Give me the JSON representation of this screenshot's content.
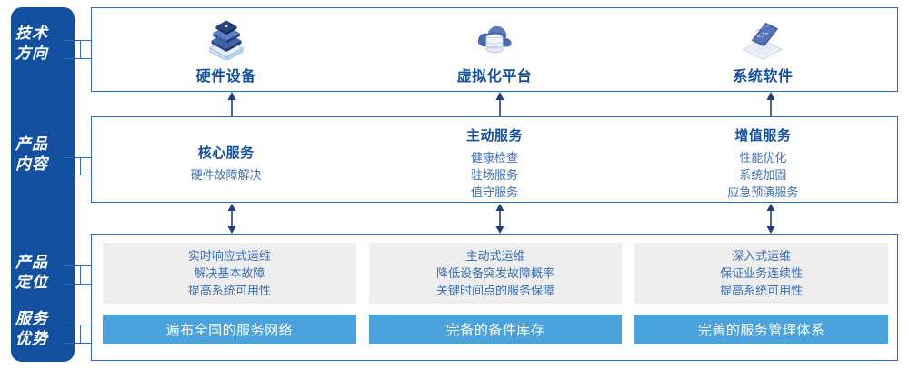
{
  "sidebar": {
    "items": [
      {
        "name": "tech-direction",
        "lines": [
          "技术",
          "方向"
        ]
      },
      {
        "name": "product-content",
        "lines": [
          "产品",
          "内容"
        ]
      },
      {
        "name": "product-position",
        "lines": [
          "产品",
          "定位"
        ]
      },
      {
        "name": "service-advantage",
        "lines": [
          "服务",
          "优势"
        ]
      }
    ],
    "bg_color": "#1450a0",
    "text_color": "#ffffff"
  },
  "tech_section": {
    "columns": [
      {
        "icon": "server-stack-icon",
        "label": "硬件设备"
      },
      {
        "icon": "cloud-database-icon",
        "label": "虚拟化平台"
      },
      {
        "icon": "laptop-code-icon",
        "label": "系统软件"
      }
    ]
  },
  "product_section": {
    "columns": [
      {
        "title": "核心服务",
        "items": [
          "硬件故障解决"
        ]
      },
      {
        "title": "主动服务",
        "items": [
          "健康检查",
          "驻场服务",
          "值守服务"
        ]
      },
      {
        "title": "增值服务",
        "items": [
          "性能优化",
          "系统加固",
          "应急预演服务"
        ]
      }
    ]
  },
  "position_section": {
    "cells": [
      {
        "lines": [
          "实时响应式运维",
          "解决基本故障",
          "提高系统可用性"
        ]
      },
      {
        "lines": [
          "主动式运维",
          "降低设备突发故障概率",
          "关键时间点的服务保障"
        ]
      },
      {
        "lines": [
          "深入式运维",
          "保证业务连续性",
          "提高系统可用性"
        ]
      }
    ]
  },
  "advantage_section": {
    "cells": [
      {
        "label": "遍布全国的服务网络"
      },
      {
        "label": "完备的备件库存"
      },
      {
        "label": "完善的服务管理体系"
      }
    ],
    "bg_color": "#4ba3dd"
  },
  "colors": {
    "primary_blue": "#1450a0",
    "border_blue": "#2f6bbd",
    "text_blue": "#3c6fb5",
    "light_blue": "#4ba3dd",
    "gray_box": "#eeeeee"
  }
}
